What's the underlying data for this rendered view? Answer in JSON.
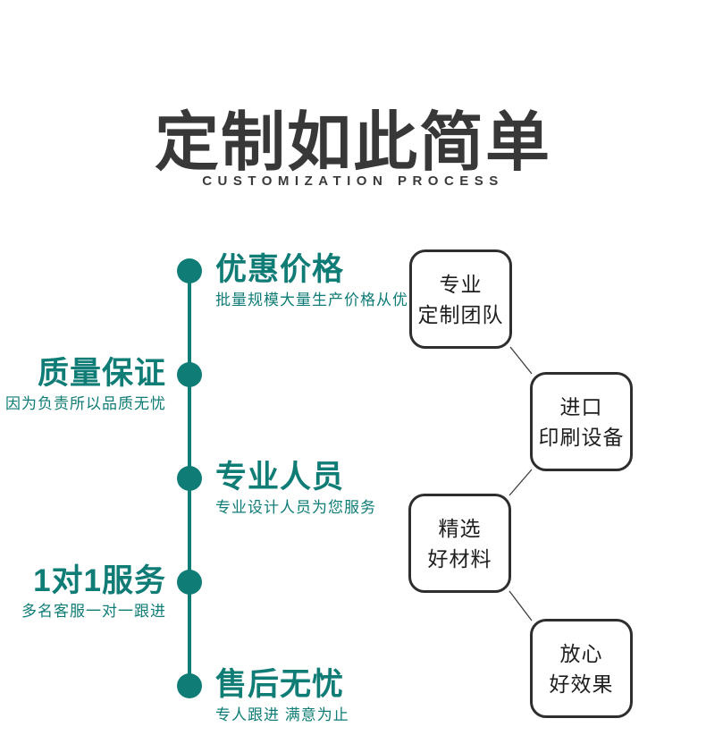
{
  "header": {
    "title": "定制如此简单",
    "subtitle": "CUSTOMIZATION PROCESS"
  },
  "colors": {
    "accent": "#0f7c76",
    "heading": "#383838",
    "box_border": "#2e2e2e"
  },
  "timeline": {
    "items": [
      {
        "title": "优惠价格",
        "subtitle": "批量规模大量生产价格从优",
        "side": "right"
      },
      {
        "title": "质量保证",
        "subtitle": "因为负责所以品质无忧",
        "side": "left"
      },
      {
        "title": "专业人员",
        "subtitle": "专业设计人员为您服务",
        "side": "right"
      },
      {
        "title": "1对1服务",
        "subtitle": "多名客服一对一跟进",
        "side": "left"
      },
      {
        "title": "售后无忧",
        "subtitle": "专人跟进 满意为止",
        "side": "right"
      }
    ]
  },
  "feature_boxes": [
    {
      "line1": "专业",
      "line2": "定制团队"
    },
    {
      "line1": "进口",
      "line2": "印刷设备"
    },
    {
      "line1": "精选",
      "line2": "好材料"
    },
    {
      "line1": "放心",
      "line2": "好效果"
    }
  ]
}
